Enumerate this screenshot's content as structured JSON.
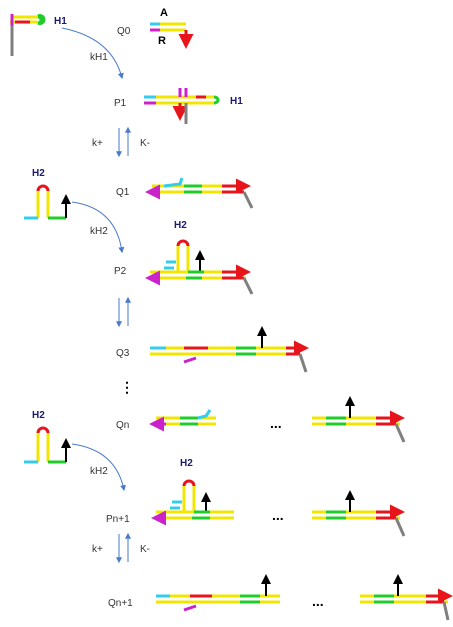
{
  "states": {
    "q0": "Q0",
    "p1": "P1",
    "q1": "Q1",
    "p2": "P2",
    "q3": "Q3",
    "qn": "Qn",
    "pn1": "Pn+1",
    "qn1": "Qn+1"
  },
  "rates": {
    "kh1": "kH1",
    "kplus": "k+",
    "kminus": "K-",
    "kh2_a": "kH2",
    "kh2_b": "kH2",
    "kplus_b": "k+",
    "kminus_b": "K-"
  },
  "hairpins": {
    "h1_a": "H1",
    "h1_b": "H1",
    "h2_a": "H2",
    "h2_b": "H2",
    "h2_c": "H2",
    "h2_d": "H2"
  },
  "strands": {
    "a": "A",
    "r": "R"
  },
  "ellipsis": {
    "vertical": "⋮",
    "qn": "...",
    "pn1": "...",
    "qn1": "..."
  },
  "colors": {
    "yellow": "#f2e600",
    "red": "#e8141b",
    "green": "#1fcc2a",
    "cyan": "#33ccee",
    "magenta": "#cc22cc",
    "gray": "#7f7f7f",
    "black": "#000000",
    "arrow_blue": "#4a7ac8"
  }
}
